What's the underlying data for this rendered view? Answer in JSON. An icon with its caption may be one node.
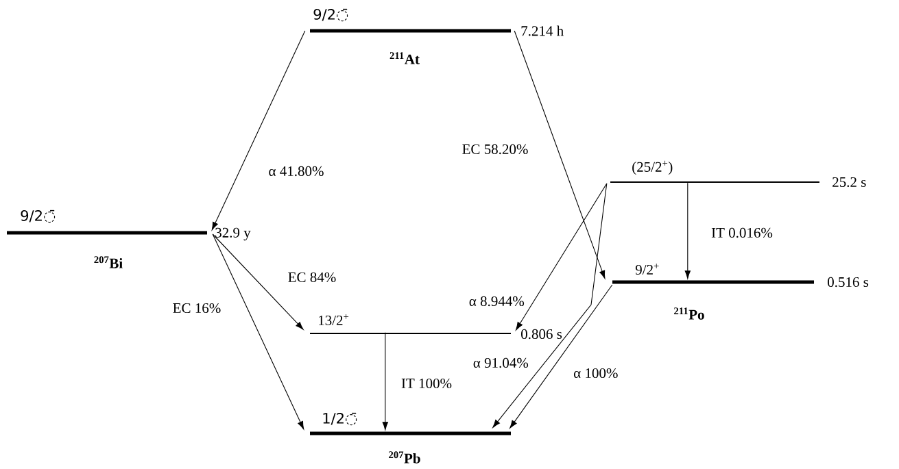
{
  "diagram": {
    "nodes": [
      {
        "text": [
          "9/2◌̄",
          "7.214 h",
          "$^{211}$At"
        ]
      },
      {
        "text": [
          "9/2◌̄",
          "32.9 y",
          "$^{207}$Bi"
        ]
      },
      {
        "text": [
          "(25/2$^{+}$)",
          "25.2 s"
        ]
      },
      {
        "text": [
          "9/2$^{+}$",
          "0.516 s",
          "$^{211}$Po"
        ]
      },
      {
        "text": [
          "13/2$^{+}$",
          "0.806 s"
        ]
      },
      {
        "text": [
          "1/2◌̄",
          "$^{207}$Pb"
        ]
      }
    ],
    "edges": [
      {
        "from": 0,
        "to": 1,
        "arrow": "to",
        "label": "α 41.80%"
      },
      {
        "from": 0,
        "to": 3,
        "arrow": "to",
        "label": "EC 58.20%"
      },
      {
        "from": 1,
        "to": 4,
        "arrow": "to",
        "label": "EC 84%"
      },
      {
        "from": 1,
        "to": 5,
        "arrow": "to",
        "label": "EC 16%"
      },
      {
        "from": 4,
        "to": 5,
        "arrow": "to",
        "label": "IT 100%"
      },
      {
        "from": 2,
        "to": 3,
        "arrow": "to",
        "label": "IT 0.016%"
      },
      {
        "from": 2,
        "to": 4,
        "arrow": "to",
        "label": "α 8.944%"
      },
      {
        "from": 2,
        "to": 5,
        "arrow": "to",
        "label": "α 91.04%"
      },
      {
        "from": 3,
        "to": 5,
        "arrow": "to",
        "label": "α 100%"
      }
    ]
  }
}
